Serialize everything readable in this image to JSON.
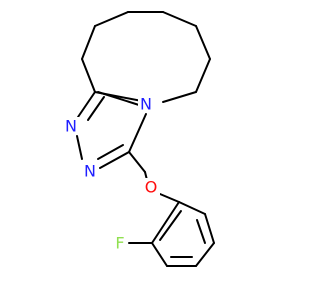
{
  "molecule": {
    "atoms": {
      "n_ring": {
        "label": "N",
        "color": "#1f1fff"
      },
      "n_upper_left": {
        "label": "N",
        "color": "#1f1fff"
      },
      "n_lower_left": {
        "label": "N",
        "color": "#1f1fff"
      },
      "o_ether": {
        "label": "O",
        "color": "#ff0d0d"
      },
      "f_fluoro": {
        "label": "F",
        "color": "#90e050"
      }
    }
  }
}
